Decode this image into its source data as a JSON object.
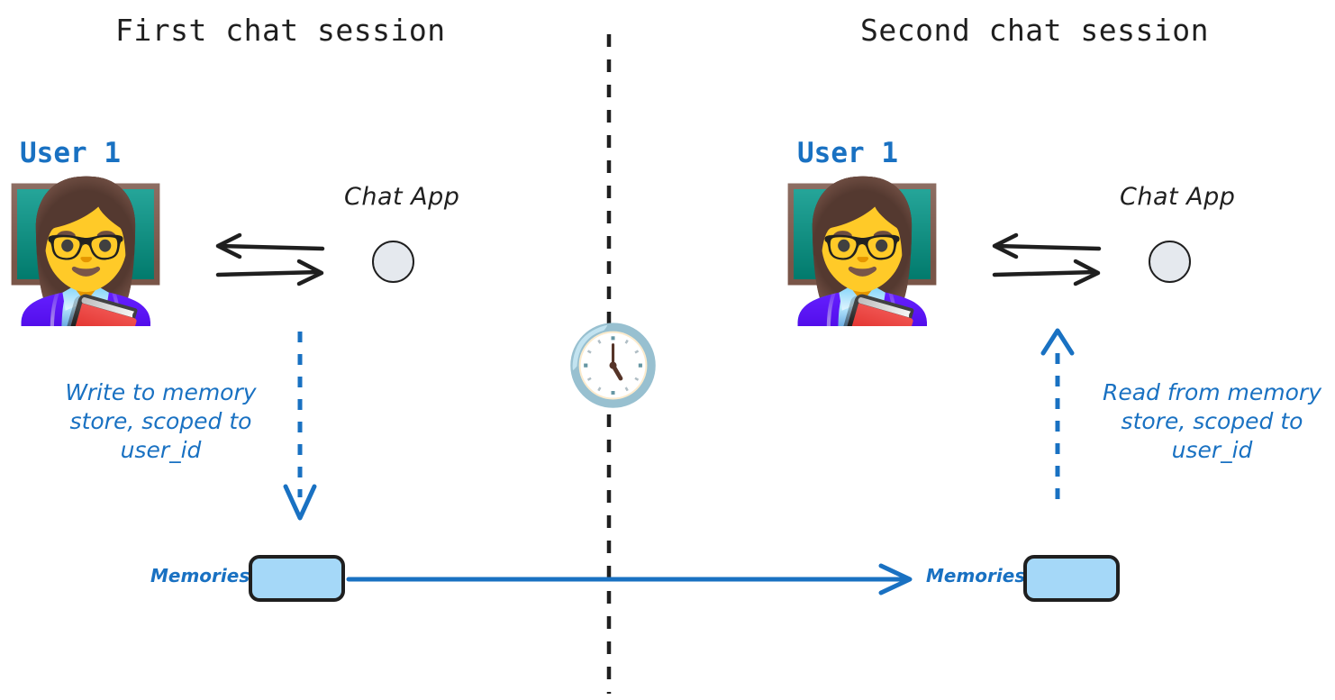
{
  "diagram": {
    "title_left": "First chat session",
    "title_right": "Second chat session",
    "divider": "vertical-dashed-session-divider",
    "time_icon": "clock-icon"
  },
  "colors": {
    "accent_blue": "#1971c2",
    "memory_fill": "#a5d8f8",
    "app_fill": "#e5e9ee",
    "stroke_dark": "#1f1f1f",
    "background": "#ffffff"
  },
  "left_session": {
    "title": "First chat session",
    "user_label": "User 1",
    "avatar_icon": "woman-teacher-avatar",
    "chat_app_label": "Chat App",
    "app_icon": "chat-app-circle-icon",
    "exchange_icon": "bidirectional-arrows-icon",
    "annotation": "Write to memory\nstore, scoped to\nuser_id",
    "flow_arrow": "write-dashed-down-arrow",
    "memories_label": "Memories",
    "memory_box": "memory-store-box"
  },
  "right_session": {
    "title": "Second chat session",
    "user_label": "User 1",
    "avatar_icon": "woman-teacher-avatar",
    "chat_app_label": "Chat App",
    "app_icon": "chat-app-circle-icon",
    "exchange_icon": "bidirectional-arrows-icon",
    "annotation": "Read from memory\nstore, scoped to\nuser_id",
    "flow_arrow": "read-dashed-up-arrow",
    "memories_label": "Memories",
    "memory_box": "memory-store-box"
  },
  "persistence": {
    "arrow": "memory-persistence-arrow"
  }
}
